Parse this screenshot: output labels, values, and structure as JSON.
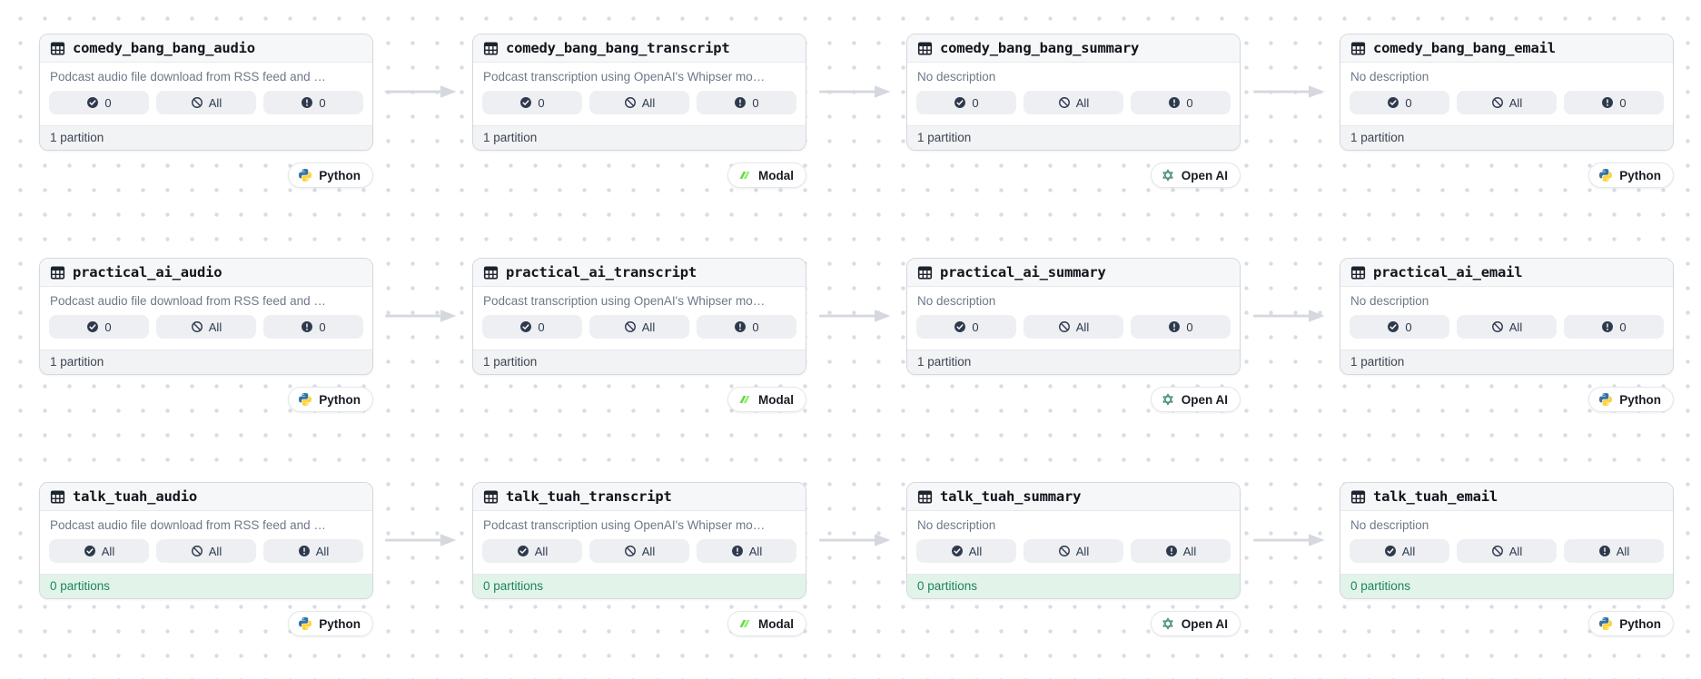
{
  "colors": {
    "card_border": "#d4d8df",
    "card_header_bg": "#f6f7f9",
    "card_footer_bg": "#f1f3f5",
    "footer_ok_bg": "#e2f3e9",
    "footer_ok_text": "#1c8659",
    "badge_bg": "#edeff3",
    "icon_dark": "#2e3a4c",
    "description_text": "#6f7889",
    "arrow": "#d5d8de",
    "dot_grid": "#d9dce3",
    "python_blue": "#3572a5",
    "python_yellow": "#ffd43b",
    "modal_green": "#8ff06a",
    "openai_green": "#47886d"
  },
  "icons": {
    "title": "table-icon",
    "badge_check": "check-circle-icon",
    "badge_ban": "ban-icon",
    "badge_alert": "alert-circle-icon",
    "edge": "arrow-right-icon"
  },
  "descriptions": {
    "audio": "Podcast audio file download from RSS feed and …",
    "transcript": "Podcast transcription using OpenAI's Whipser mo…",
    "none": "No description"
  },
  "cards": [
    {
      "title": "comedy_bang_bang_audio",
      "description": "Podcast audio file download from RSS feed and …",
      "badges": {
        "check": "0",
        "ban": "All",
        "alert": "0"
      },
      "footer": "1 partition",
      "tag": "Python"
    },
    {
      "title": "comedy_bang_bang_transcript",
      "description": "Podcast transcription using OpenAI's Whipser mo…",
      "badges": {
        "check": "0",
        "ban": "All",
        "alert": "0"
      },
      "footer": "1 partition",
      "tag": "Modal"
    },
    {
      "title": "comedy_bang_bang_summary",
      "description": "No description",
      "badges": {
        "check": "0",
        "ban": "All",
        "alert": "0"
      },
      "footer": "1 partition",
      "tag": "Open AI"
    },
    {
      "title": "comedy_bang_bang_email",
      "description": "No description",
      "badges": {
        "check": "0",
        "ban": "All",
        "alert": "0"
      },
      "footer": "1 partition",
      "tag": "Python"
    },
    {
      "title": "practical_ai_audio",
      "description": "Podcast audio file download from RSS feed and …",
      "badges": {
        "check": "0",
        "ban": "All",
        "alert": "0"
      },
      "footer": "1 partition",
      "tag": "Python"
    },
    {
      "title": "practical_ai_transcript",
      "description": "Podcast transcription using OpenAI's Whipser mo…",
      "badges": {
        "check": "0",
        "ban": "All",
        "alert": "0"
      },
      "footer": "1 partition",
      "tag": "Modal"
    },
    {
      "title": "practical_ai_summary",
      "description": "No description",
      "badges": {
        "check": "0",
        "ban": "All",
        "alert": "0"
      },
      "footer": "1 partition",
      "tag": "Open AI"
    },
    {
      "title": "practical_ai_email",
      "description": "No description",
      "badges": {
        "check": "0",
        "ban": "All",
        "alert": "0"
      },
      "footer": "1 partition",
      "tag": "Python"
    },
    {
      "title": "talk_tuah_audio",
      "description": "Podcast audio file download from RSS feed and …",
      "badges": {
        "check": "All",
        "ban": "All",
        "alert": "All"
      },
      "footer": "0 partitions",
      "tag": "Python"
    },
    {
      "title": "talk_tuah_transcript",
      "description": "Podcast transcription using OpenAI's Whipser mo…",
      "badges": {
        "check": "All",
        "ban": "All",
        "alert": "All"
      },
      "footer": "0 partitions",
      "tag": "Modal"
    },
    {
      "title": "talk_tuah_summary",
      "description": "No description",
      "badges": {
        "check": "All",
        "ban": "All",
        "alert": "All"
      },
      "footer": "0 partitions",
      "tag": "Open AI"
    },
    {
      "title": "talk_tuah_email",
      "description": "No description",
      "badges": {
        "check": "All",
        "ban": "All",
        "alert": "All"
      },
      "footer": "0 partitions",
      "tag": "Python"
    }
  ]
}
